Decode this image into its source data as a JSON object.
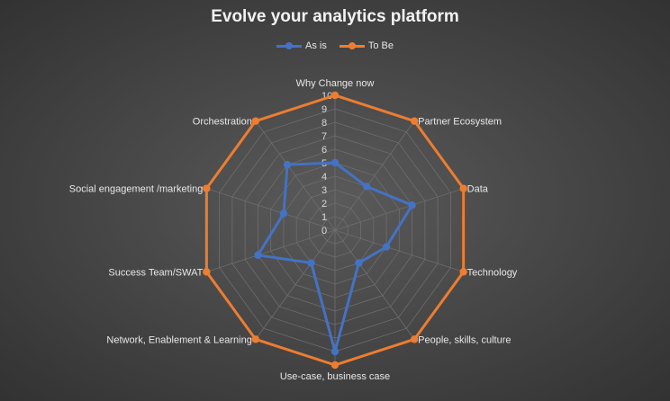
{
  "chart_data": {
    "type": "radar",
    "title": "Evolve your analytics platform",
    "categories": [
      "Why Change now",
      "Partner Ecosystem",
      "Data",
      "Technology",
      "People, skills, culture",
      "Use-case, business case",
      "Network, Enablement & Learning",
      "Success Team/SWAT",
      "Social engagement /marketing",
      "Orchestration"
    ],
    "series": [
      {
        "name": "As is",
        "color": "#4472c4",
        "values": [
          5,
          4,
          6,
          4,
          3,
          9,
          3,
          6,
          4,
          6
        ]
      },
      {
        "name": "To Be",
        "color": "#ed7d31",
        "values": [
          10,
          10,
          10,
          10,
          10,
          10,
          10,
          10,
          10,
          10
        ]
      }
    ],
    "rlim": [
      0,
      10
    ],
    "ticks": [
      "0",
      "1",
      "2",
      "3",
      "4",
      "5",
      "6",
      "7",
      "8",
      "9",
      "10"
    ],
    "legend_position": "top",
    "grid": true
  }
}
